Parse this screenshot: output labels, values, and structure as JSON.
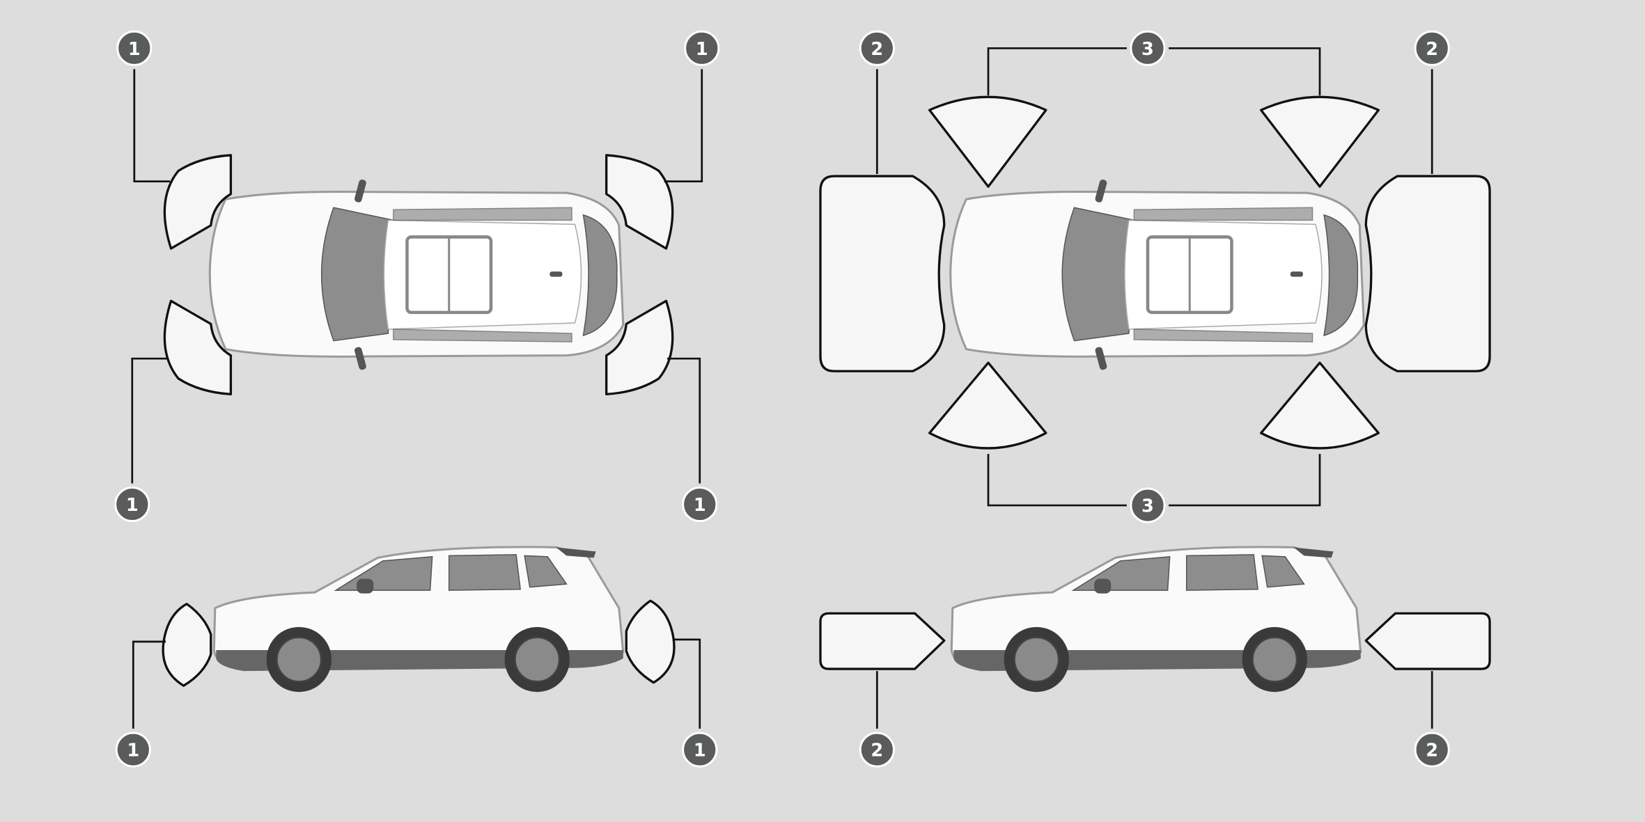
{
  "diagram": {
    "title": "Parking sensor detection areas",
    "callouts": {
      "front_rear_corner_sensors": "1",
      "front_rear_center_sensors": "2",
      "side_sensors": "3"
    },
    "colors": {
      "background": "#dcdddc",
      "zone_fill": "#f5f6f5",
      "badge": "#5a5b5b"
    }
  }
}
